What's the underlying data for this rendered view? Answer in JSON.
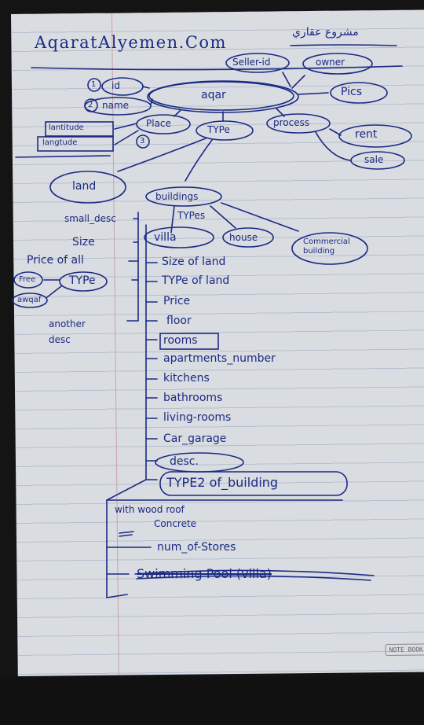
{
  "title": "AqaratAlyemen.Com",
  "title_arabic": "مشروع عقاري",
  "top": {
    "seller_id": "Seller-id",
    "owner": "owner",
    "pics": "Pics"
  },
  "center": {
    "aqar": "aqar",
    "id": "id",
    "id_num": "1",
    "name": "name",
    "name_num": "2",
    "place": "Place",
    "place_num": "3",
    "latitude": "lantitude",
    "longitude": "langtude",
    "type": "TYPe",
    "process": "process",
    "rent": "rent",
    "sale": "sale"
  },
  "land": {
    "title": "land",
    "items": [
      "small_desc",
      "Size",
      "Price of all",
      "TYPe",
      "another desc"
    ],
    "type_options": [
      "Free",
      "awqaf"
    ]
  },
  "buildings": {
    "title": "buildings",
    "types_label": "TYPes",
    "types": [
      "villa",
      "house",
      "Commercial building"
    ],
    "attributes": [
      "Size of land",
      "TYPe of land",
      "Price",
      "floor",
      "rooms",
      "apartments_number",
      "kitchens",
      "bathrooms",
      "living-rooms",
      "Car_garage",
      "desc.",
      "TYPE2 of_building"
    ],
    "type2_options": [
      "with wood roof",
      "Concrete"
    ],
    "num_of_stores": "num_of-Stores",
    "swimming_pool": "Swimming Pool (villa)"
  },
  "stamp": "NOTE BOOK",
  "colors": {
    "ink": "#1b2a84",
    "paper": "#d9dce0",
    "rule": "#b7bfd0"
  }
}
